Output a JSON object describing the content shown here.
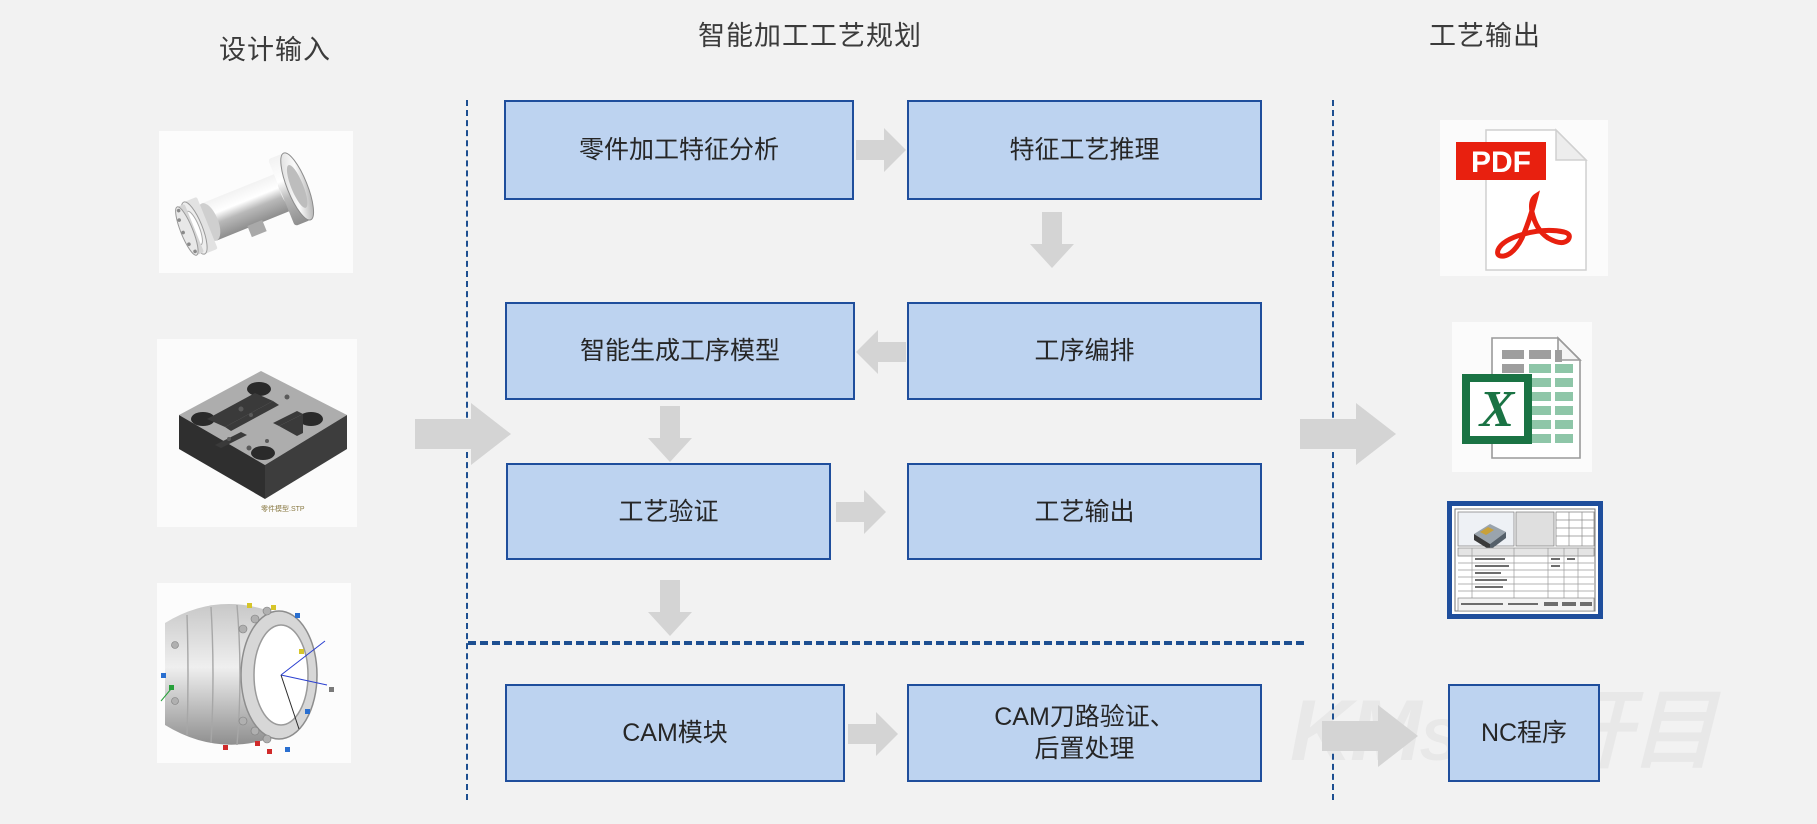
{
  "columns": {
    "design_input_title": "设计输入",
    "center_title": "智能加工工艺规划",
    "output_title": "工艺输出"
  },
  "process_boxes": [
    {
      "id": "feature-analysis",
      "label": "零件加工特征分析"
    },
    {
      "id": "feature-reason",
      "label": "特征工艺推理"
    },
    {
      "id": "proc-model",
      "label": "智能生成工序模型"
    },
    {
      "id": "proc-sequence",
      "label": "工序编排"
    },
    {
      "id": "verify",
      "label": "工艺验证"
    },
    {
      "id": "output",
      "label": "工艺输出"
    },
    {
      "id": "cam",
      "label": "CAM模块"
    },
    {
      "id": "cam-verify-l1",
      "label": "CAM刀路验证、"
    },
    {
      "id": "cam-verify-l2",
      "label": "后置处理"
    },
    {
      "id": "nc",
      "label": "NC程序"
    }
  ],
  "design_inputs": [
    {
      "id": "shaft",
      "caption": "3D零件模型 - 轴套壳体"
    },
    {
      "id": "mold",
      "caption": "3D零件模型 - 模具板"
    },
    {
      "id": "casing",
      "caption": "3D零件模型 - 机匣带标注"
    }
  ],
  "outputs": [
    {
      "id": "pdf",
      "icon": "pdf-file-icon",
      "badge": "PDF"
    },
    {
      "id": "excel",
      "icon": "excel-file-icon",
      "badge": "X"
    },
    {
      "id": "sheet",
      "icon": "process-sheet-icon",
      "badge": ""
    }
  ],
  "watermark": {
    "brand": "KM",
    "soft": "Soft",
    "cn": "开目"
  },
  "colors": {
    "box_fill": "#bdd3f0",
    "box_border": "#1f4e9c",
    "arrow": "#d4d4d4",
    "dashed": "#1d4f91",
    "background": "#f2f2f2",
    "title_text": "#3b3b3b",
    "pdf_red": "#e8200f",
    "excel_green": "#1a7344"
  }
}
